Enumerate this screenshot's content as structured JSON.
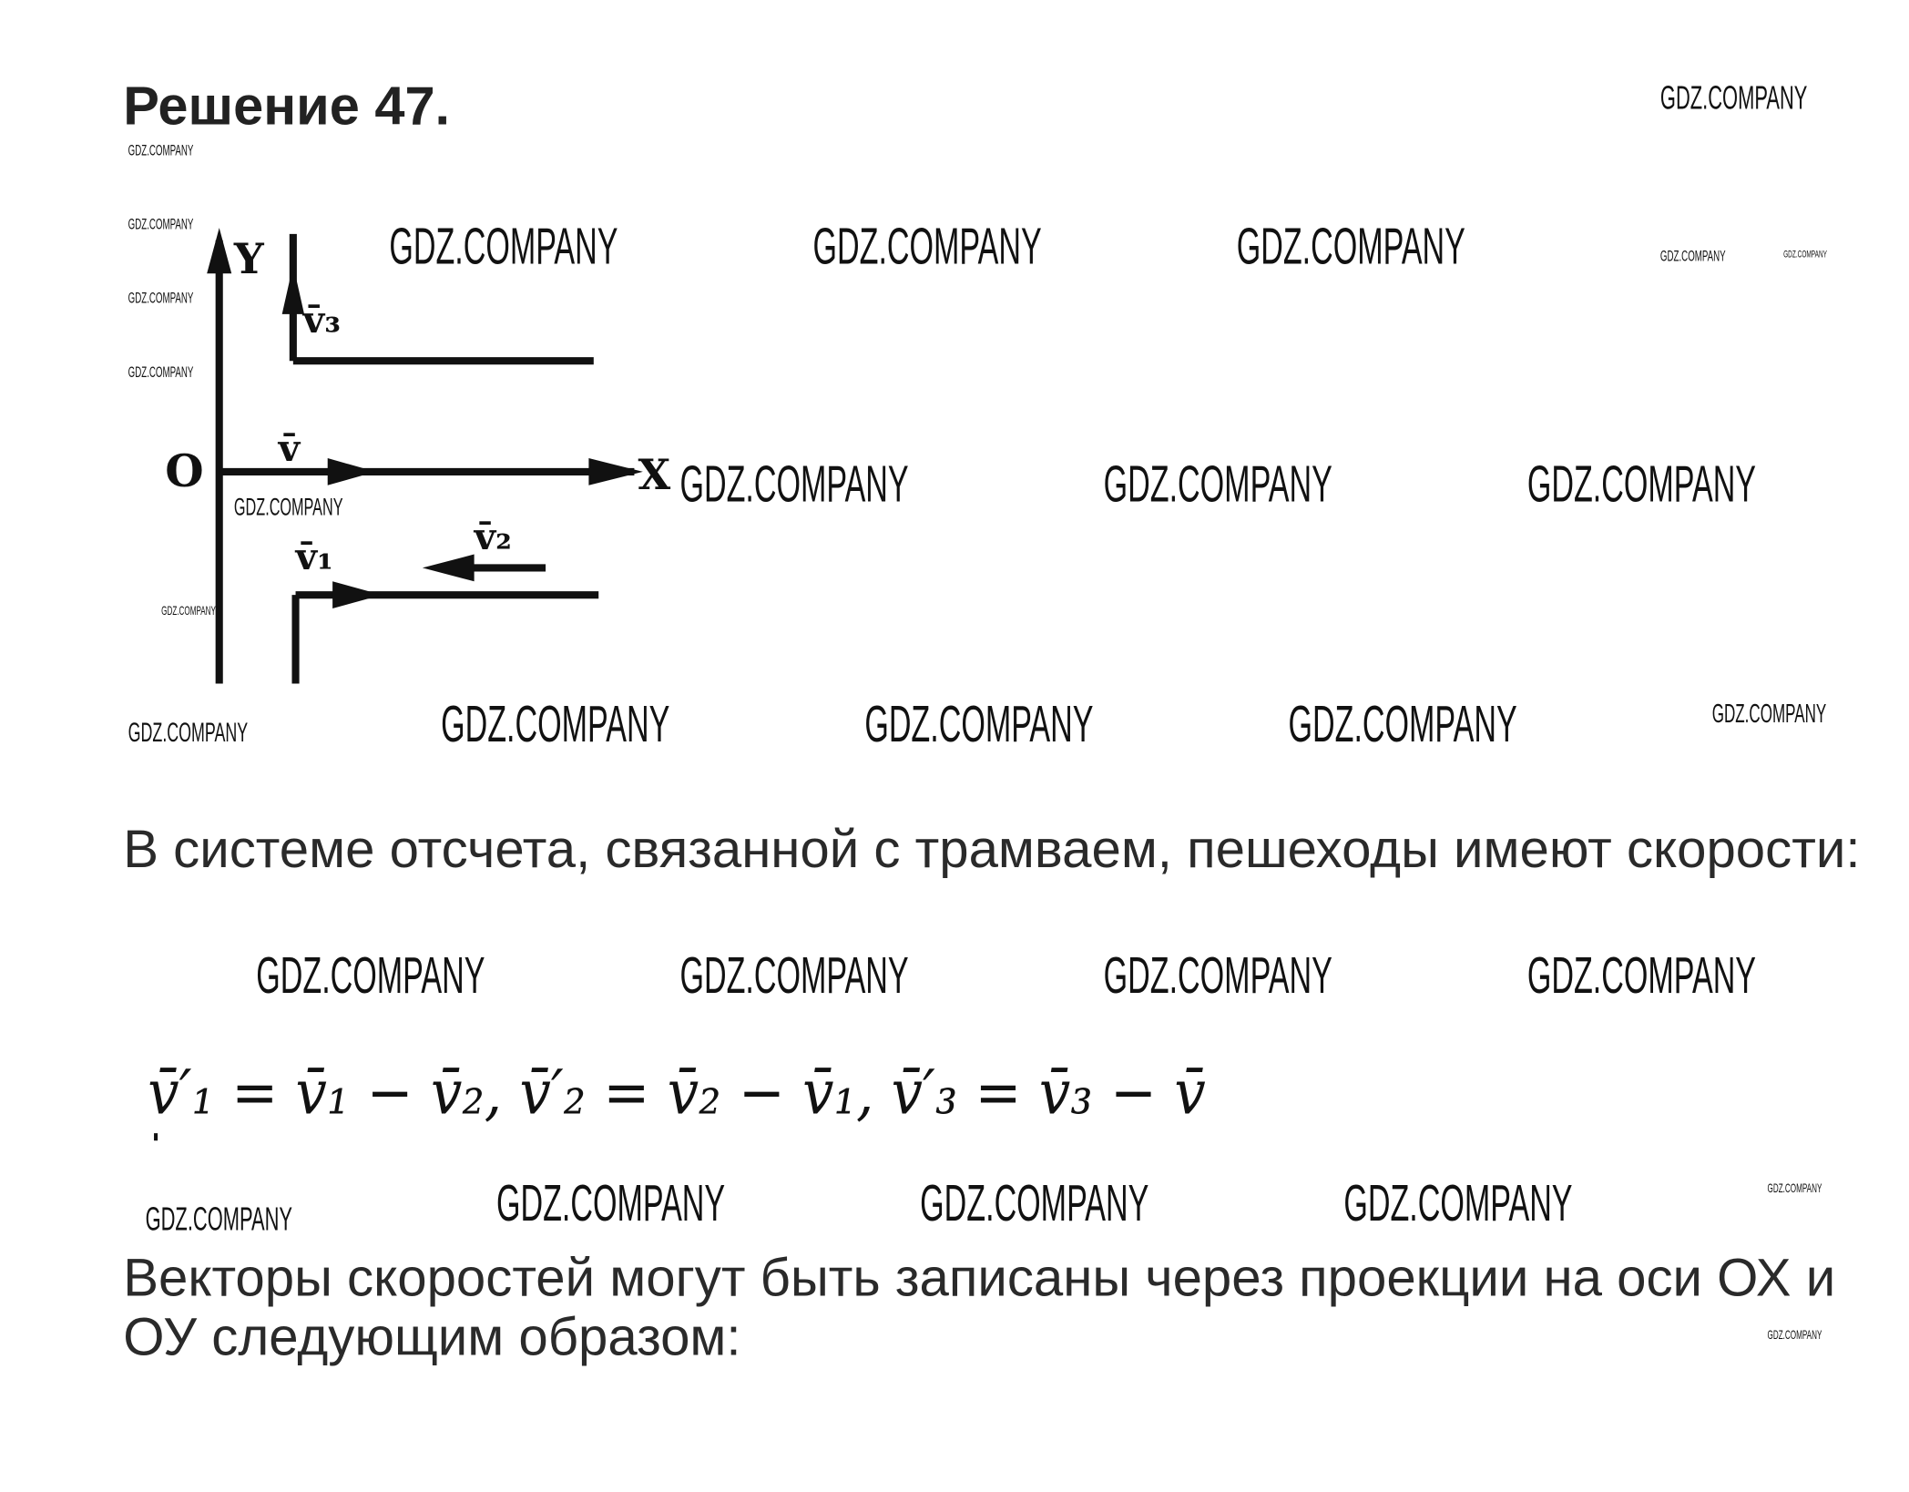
{
  "title": "Решение 47.",
  "watermark": "GDZ.COMPANY",
  "diagram": {
    "y_label": "Y",
    "x_label": "X",
    "origin_label": "O",
    "v_label": "v̄",
    "v1_label": "v̄₁",
    "v2_label": "v̄₂",
    "v3_label": "v̄₃"
  },
  "paragraph1": "В системе отсчета, связанной с трамваем, пешеходы имеют скорости:",
  "formula": "v̄′₁ = v̄₁ − v̄₂, v̄′₂ = v̄₂ − v̄₁, v̄′₃ = v̄₃ − v̄",
  "paragraph2": "Векторы скоростей могут быть записаны через проекции на оси ОХ и ОУ следующим образом:"
}
